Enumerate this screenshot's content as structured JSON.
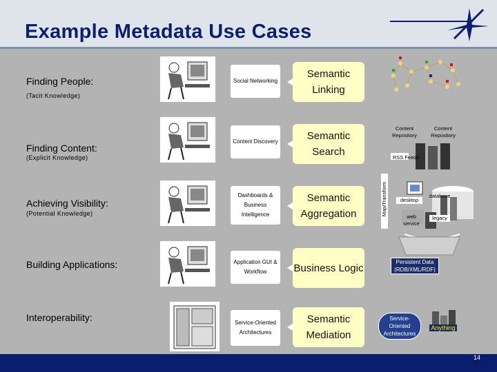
{
  "header": {
    "title": "Example Metadata Use Cases"
  },
  "rows": [
    {
      "label": "Finding People:",
      "sub": "(Tacit Knowledge)",
      "card": "Social Networking",
      "box": "Semantic Linking"
    },
    {
      "label": "Finding Content:",
      "sub": "(Explicit Knowledge)",
      "card": "Content Discovery",
      "box": "Semantic Search"
    },
    {
      "label": "Achieving Visibility:",
      "sub": "(Potential Knowledge)",
      "card": "Dashboards & Business Intelligence",
      "box": "Semantic Aggregation"
    },
    {
      "label": "Building Applications:",
      "sub": "",
      "card": "Application GUI & Workflow",
      "box": "Business Logic"
    },
    {
      "label": "Interoperability:",
      "sub": "",
      "card": "Service-Oriented Architectures",
      "box": "Semantic Mediation"
    }
  ],
  "right": {
    "content_repository_1": "Content Repository",
    "content_repository_2": "Content Repository",
    "rss_feeds": "RSS Feeds",
    "map_transform": "Map/Transform",
    "desktop": "desktop",
    "database": "database",
    "web_service": "web service",
    "legacy": "legacy",
    "persistent_data": "Persistent Data (RDB/XML/RDF)",
    "soa": "Service-Oriented Architectures",
    "anything": "Anything"
  },
  "footer": {
    "page": "14"
  }
}
